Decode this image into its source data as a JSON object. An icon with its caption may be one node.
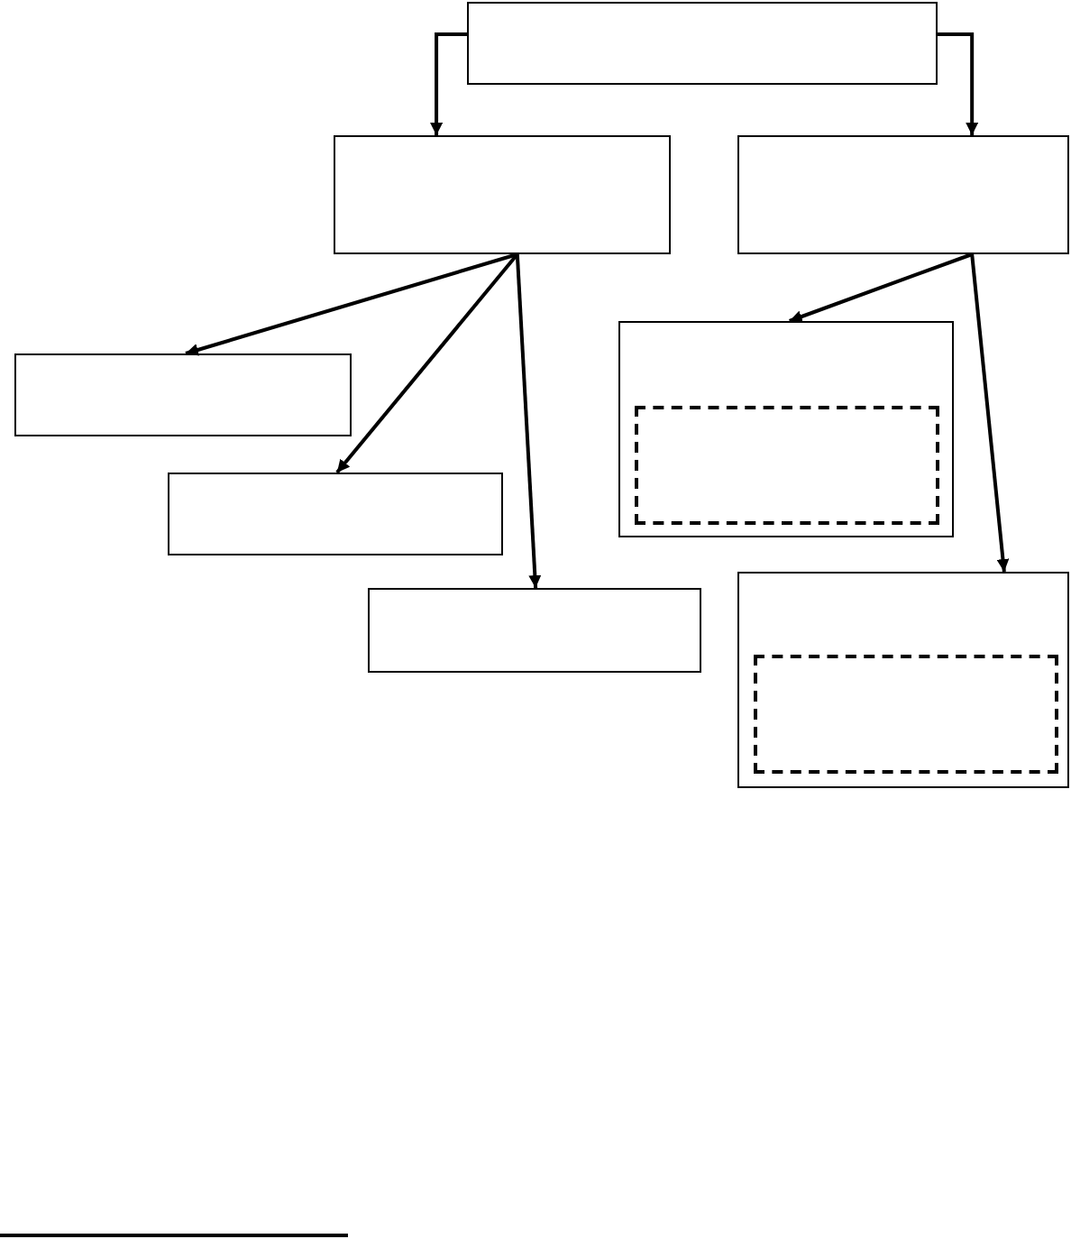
{
  "diagram": {
    "nodes": [
      {
        "text": [],
        "shape": "box"
      },
      {
        "text": [],
        "shape": "box"
      },
      {
        "text": [],
        "shape": "box"
      },
      {
        "text": [],
        "shape": "box"
      },
      {
        "text": [],
        "shape": "box"
      },
      {
        "text": [],
        "shape": "box"
      },
      {
        "text": [],
        "shape": "box"
      },
      {
        "text": [],
        "shape": "box",
        "in": 6
      },
      {
        "text": [],
        "shape": "box"
      },
      {
        "text": [],
        "shape": "box",
        "in": 8
      }
    ],
    "edges": [
      {
        "from": 0,
        "to": 1,
        "arrow": "to"
      },
      {
        "from": 0,
        "to": 2,
        "arrow": "to"
      },
      {
        "from": 1,
        "to": 3,
        "arrow": "to"
      },
      {
        "from": 1,
        "to": 4,
        "arrow": "to"
      },
      {
        "from": 1,
        "to": 5,
        "arrow": "to"
      },
      {
        "from": 2,
        "to": 6,
        "arrow": "to"
      },
      {
        "from": 2,
        "to": 8,
        "arrow": "to"
      }
    ]
  }
}
